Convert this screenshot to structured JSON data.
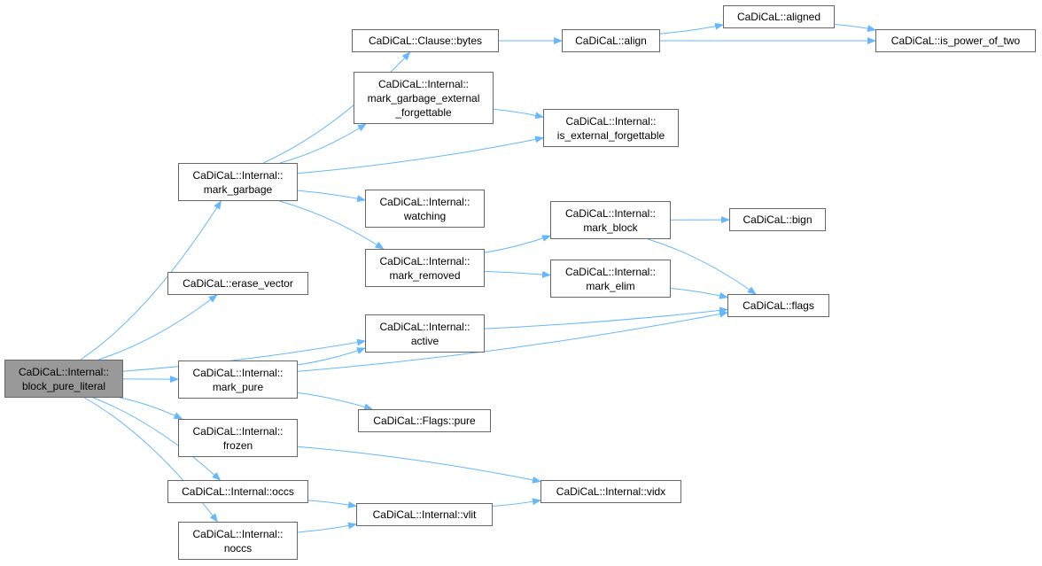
{
  "colors": {
    "edge": "#63b8ff",
    "root_fill": "#999999",
    "node_border": "#666666"
  },
  "nodes": [
    {
      "id": "root",
      "lines": [
        "CaDiCaL::Internal::",
        "block_pure_literal"
      ],
      "root": true
    },
    {
      "id": "mark_garbage",
      "lines": [
        "CaDiCaL::Internal::",
        "mark_garbage"
      ]
    },
    {
      "id": "erase_vector",
      "lines": [
        "CaDiCaL::erase_vector"
      ]
    },
    {
      "id": "mark_pure",
      "lines": [
        "CaDiCaL::Internal::",
        "mark_pure"
      ]
    },
    {
      "id": "frozen",
      "lines": [
        "CaDiCaL::Internal::",
        "frozen"
      ]
    },
    {
      "id": "occs",
      "lines": [
        "CaDiCaL::Internal::occs"
      ]
    },
    {
      "id": "noccs",
      "lines": [
        "CaDiCaL::Internal::",
        "noccs"
      ]
    },
    {
      "id": "bytes",
      "lines": [
        "CaDiCaL::Clause::bytes"
      ]
    },
    {
      "id": "mgef",
      "lines": [
        "CaDiCaL::Internal::",
        "mark_garbage_external",
        "_forgettable"
      ]
    },
    {
      "id": "watching",
      "lines": [
        "CaDiCaL::Internal::",
        "watching"
      ]
    },
    {
      "id": "mark_removed",
      "lines": [
        "CaDiCaL::Internal::",
        "mark_removed"
      ]
    },
    {
      "id": "active",
      "lines": [
        "CaDiCaL::Internal::",
        "active"
      ]
    },
    {
      "id": "flags_pure",
      "lines": [
        "CaDiCaL::Flags::pure"
      ]
    },
    {
      "id": "vlit",
      "lines": [
        "CaDiCaL::Internal::vlit"
      ]
    },
    {
      "id": "align",
      "lines": [
        "CaDiCaL::align"
      ]
    },
    {
      "id": "ief",
      "lines": [
        "CaDiCaL::Internal::",
        "is_external_forgettable"
      ]
    },
    {
      "id": "mark_block",
      "lines": [
        "CaDiCaL::Internal::",
        "mark_block"
      ]
    },
    {
      "id": "mark_elim",
      "lines": [
        "CaDiCaL::Internal::",
        "mark_elim"
      ]
    },
    {
      "id": "vidx",
      "lines": [
        "CaDiCaL::Internal::vidx"
      ]
    },
    {
      "id": "aligned",
      "lines": [
        "CaDiCaL::aligned"
      ]
    },
    {
      "id": "pow2",
      "lines": [
        "CaDiCaL::is_power_of_two"
      ]
    },
    {
      "id": "bign",
      "lines": [
        "CaDiCaL::bign"
      ]
    },
    {
      "id": "flags",
      "lines": [
        "CaDiCaL::flags"
      ]
    }
  ],
  "edges": [
    [
      "root",
      "mark_garbage"
    ],
    [
      "root",
      "erase_vector"
    ],
    [
      "root",
      "active"
    ],
    [
      "root",
      "mark_pure"
    ],
    [
      "root",
      "frozen"
    ],
    [
      "root",
      "occs"
    ],
    [
      "root",
      "noccs"
    ],
    [
      "mark_garbage",
      "bytes"
    ],
    [
      "mark_garbage",
      "mgef"
    ],
    [
      "mark_garbage",
      "ief"
    ],
    [
      "mark_garbage",
      "watching"
    ],
    [
      "mark_garbage",
      "mark_removed"
    ],
    [
      "bytes",
      "align"
    ],
    [
      "align",
      "aligned"
    ],
    [
      "align",
      "pow2"
    ],
    [
      "aligned",
      "pow2"
    ],
    [
      "mgef",
      "ief"
    ],
    [
      "mark_removed",
      "mark_block"
    ],
    [
      "mark_removed",
      "mark_elim"
    ],
    [
      "mark_block",
      "bign"
    ],
    [
      "mark_block",
      "flags"
    ],
    [
      "mark_elim",
      "flags"
    ],
    [
      "active",
      "flags"
    ],
    [
      "mark_pure",
      "active"
    ],
    [
      "mark_pure",
      "flags"
    ],
    [
      "mark_pure",
      "flags_pure"
    ],
    [
      "frozen",
      "vidx"
    ],
    [
      "occs",
      "vlit"
    ],
    [
      "noccs",
      "vlit"
    ],
    [
      "vlit",
      "vidx"
    ]
  ]
}
